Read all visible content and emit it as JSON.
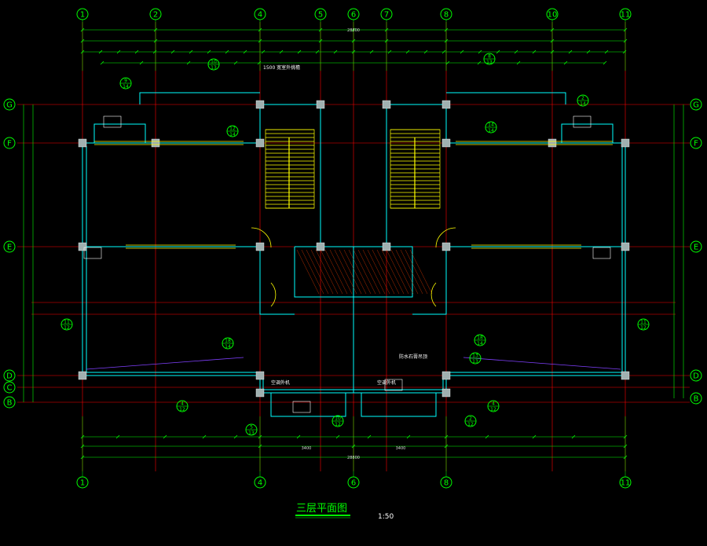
{
  "drawing": {
    "title": "三层平面图",
    "scale": "1:50"
  },
  "axes": {
    "top": [
      "1",
      "2",
      "4",
      "5",
      "6",
      "7",
      "8",
      "10",
      "11"
    ],
    "bottom": [
      "1",
      "4",
      "6",
      "8",
      "11"
    ],
    "left": [
      "G",
      "F",
      "E",
      "D",
      "C",
      "B"
    ],
    "right": [
      "G",
      "F",
      "E",
      "D",
      "B"
    ]
  },
  "dimensions": {
    "top_overall": "28800",
    "bottom_overall": "28800",
    "bottom_mid": [
      "3400",
      "3400"
    ]
  },
  "annotations": [
    "1500 宽室外挑檐",
    "空调外机",
    "空调外机",
    "防水石膏吊顶",
    "10\n13",
    "12\n14",
    "9\n14",
    "2\n14",
    "14\n14",
    "8\n13",
    "11\n12",
    "11\n12",
    "18\n14",
    "18\n14",
    "13\n13",
    "4\n12",
    "4\n12",
    "2\n12",
    "5\n13",
    "10\n12"
  ],
  "colors": {
    "background": "#000000",
    "axis_line": "#ff0000",
    "axis_bubble": "#00ff00",
    "wall": "#00ffff",
    "stair": "#ffff00",
    "text": "#ffffff",
    "dim": "#d8d8d8",
    "window": "#ffff00",
    "hatch": "#ff4000"
  }
}
